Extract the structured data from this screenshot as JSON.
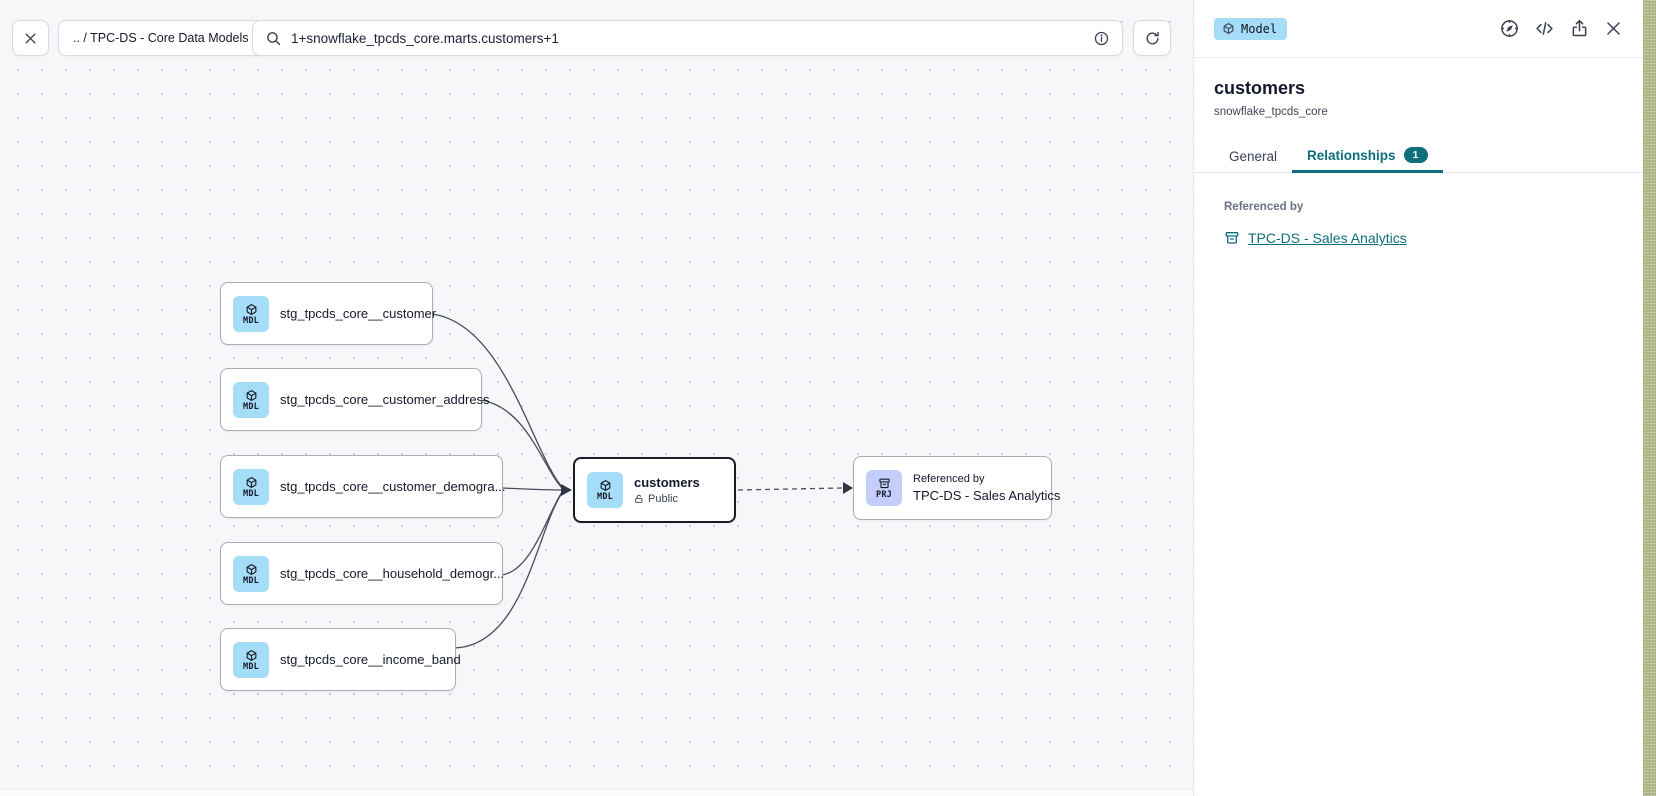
{
  "toolbar": {
    "breadcrumb": ".. / TPC-DS - Core Data Models",
    "search_value": "1+snowflake_tpcds_core.marts.customers+1"
  },
  "canvas": {
    "nodes": [
      {
        "badge": "MDL",
        "label": "stg_tpcds_core__customer"
      },
      {
        "badge": "MDL",
        "label": "stg_tpcds_core__customer_address"
      },
      {
        "badge": "MDL",
        "label": "stg_tpcds_core__customer_demogra..."
      },
      {
        "badge": "MDL",
        "label": "stg_tpcds_core__household_demogr..."
      },
      {
        "badge": "MDL",
        "label": "stg_tpcds_core__income_band"
      },
      {
        "badge": "MDL",
        "label": "customers",
        "visibility": "Public"
      },
      {
        "badge": "PRJ",
        "overline": "Referenced by",
        "label": "TPC-DS - Sales Analytics"
      }
    ]
  },
  "panel": {
    "type_badge": "Model",
    "title": "customers",
    "subtitle": "snowflake_tpcds_core",
    "tabs": [
      {
        "label": "General"
      },
      {
        "label": "Relationships",
        "badge": "1"
      }
    ],
    "referenced_by": {
      "heading": "Referenced by",
      "link": "TPC-DS - Sales Analytics"
    }
  },
  "colors": {
    "accent_teal": "#0e6e7c",
    "model_badge_bg": "#a5ddf8",
    "project_badge_bg": "#c5cefb"
  }
}
